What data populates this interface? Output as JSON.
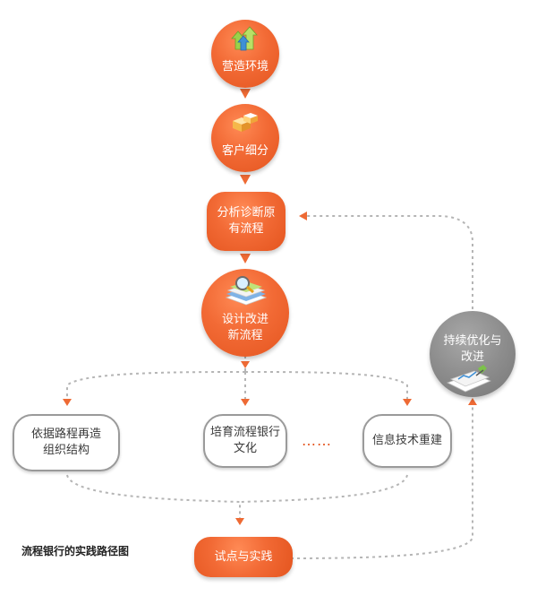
{
  "caption": "流程银行的实践路径图",
  "ellipsis": "……",
  "nodes": {
    "environment": {
      "label": "营造环境",
      "icon": "arrows-up-icon"
    },
    "segmentation": {
      "label": "客户细分",
      "icon": "boxes-icon"
    },
    "analyze": {
      "line1": "分析诊断原",
      "line2": "有流程"
    },
    "design": {
      "line1": "设计改进",
      "line2": "新流程",
      "icon": "books-magnifier-icon"
    },
    "org": {
      "line1": "依据路程再造",
      "line2": "组织结构"
    },
    "culture": {
      "line1": "培育流程银行",
      "line2": "文化"
    },
    "it": {
      "label": "信息技术重建"
    },
    "pilot": {
      "label": "试点与实践"
    },
    "improve": {
      "line1": "持续优化与",
      "line2": "改进",
      "icon": "documents-chart-icon"
    }
  },
  "colors": {
    "accent": "#f26a35",
    "arrow": "#ee6a34",
    "connector": "#b5b5b5",
    "gray_node": "#8d8d8d"
  }
}
